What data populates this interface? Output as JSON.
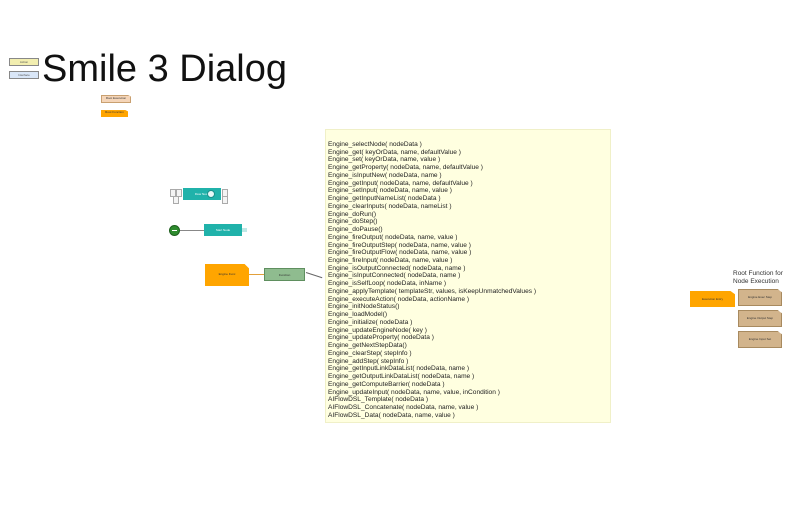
{
  "page": {
    "title": "Smile 3 Dialog"
  },
  "legend": [
    {
      "label": "Action",
      "color": "#f2eeb0"
    },
    {
      "label": "Interface",
      "color": "#d9e6f7"
    }
  ],
  "small_tags": [
    {
      "label": "Root Execution",
      "color": "#f5d5b8"
    },
    {
      "label": "Root Function",
      "color": "#ffa500"
    }
  ],
  "nodes": {
    "flow_node": {
      "label": "Flow Node",
      "color": "#20b2aa"
    },
    "start_node": {
      "label": "Start Node",
      "color": "#20b2aa"
    },
    "orange_node": {
      "label": "Engine Func",
      "color": "#ffa500"
    },
    "green_node": {
      "label": "Function",
      "color": "#8fbc8f"
    }
  },
  "api_list": [
    "Engine_selectNode( nodeData )",
    "Engine_get( keyOrData, name, defaultValue )",
    "Engine_set( keyOrData, name, value )",
    "Engine_getProperty( nodeData, name, defaultValue )",
    "Engine_isInputNew( nodeData, name )",
    "Engine_getInput( nodeData, name, defaultValue )",
    "Engine_setInput( nodeData, name, value )",
    "Engine_getInputNameList( nodeData )",
    "Engine_clearInputs( nodeData, nameList )",
    "Engine_doRun()",
    "Engine_doStep()",
    "Engine_doPause()",
    "Engine_fireOutput( nodeData, name, value )",
    "Engine_fireOutputStep( nodeData, name, value )",
    "Engine_fireOutputFlow( nodeData, name, value )",
    "Engine_fireInput( nodeData, name, value )",
    "Engine_isOutputConnected( nodeData, name )",
    "Engine_isInputConnected( nodeData, name )",
    "Engine_isSelfLoop( nodeData, inName )",
    "Engine_applyTemplate( templateStr, values, isKeepUnmatchedValues )",
    "Engine_executeAction( nodeData, actionName )",
    "Engine_initNodeStatus()",
    "Engine_loadModel()",
    "Engine_initialize( nodeData )",
    "Engine_updateEngineNode( key )",
    "Engine_updateProperty( nodeData )",
    "Engine_getNextStepData()",
    "Engine_clearStep( stepInfo )",
    "Engine_addStep( stepInfo )",
    "Engine_getInputLinkDataList( nodeData, name )",
    "Engine_getOutputLinkDataList( nodeData, name )",
    "Engine_getComputeBarrier( nodeData )",
    "Engine_updateInput( nodeData, name, value, inCondition )",
    "AIFlowDSL_Template( nodeData )",
    "AIFlowDSL_Concatenate( nodeData, name, value )",
    "AIFlowDSL_Data( nodeData, name, value )"
  ],
  "root_section": {
    "title_line1": "Root Function for",
    "title_line2": "Node Execution",
    "main": {
      "label": "Execution Entry",
      "color": "#ffa500"
    },
    "items": [
      {
        "label": "Engine Exec Step",
        "color": "#d2b48c"
      },
      {
        "label": "Engine Output Step",
        "color": "#d2b48c"
      },
      {
        "label": "Engine Input Set",
        "color": "#d2b48c"
      }
    ]
  }
}
